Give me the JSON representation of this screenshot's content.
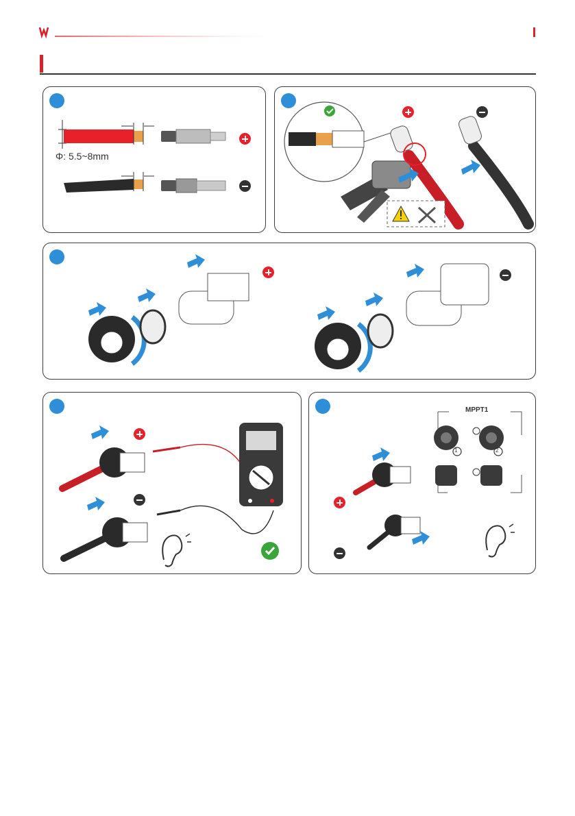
{
  "header": {
    "logo_color": "#d9232d",
    "section_bar_color": "#d9232d"
  },
  "colors": {
    "accent_blue": "#2e8fd8",
    "positive_red": "#e8202a",
    "negative_black": "#333333",
    "ok_green": "#3aa63a",
    "copper": "#e8a04a"
  },
  "panels": {
    "strip": {
      "diameter_label": "Φ: 5.5~8mm"
    },
    "install": {
      "mppt_label": "MPPT1",
      "port_labels": [
        "1",
        "2"
      ]
    }
  },
  "icons": [
    "check-icon",
    "warning-icon",
    "tools-icon",
    "ear-icon",
    "plus-sign-icon",
    "minus-sign-icon",
    "arrow-icon"
  ]
}
